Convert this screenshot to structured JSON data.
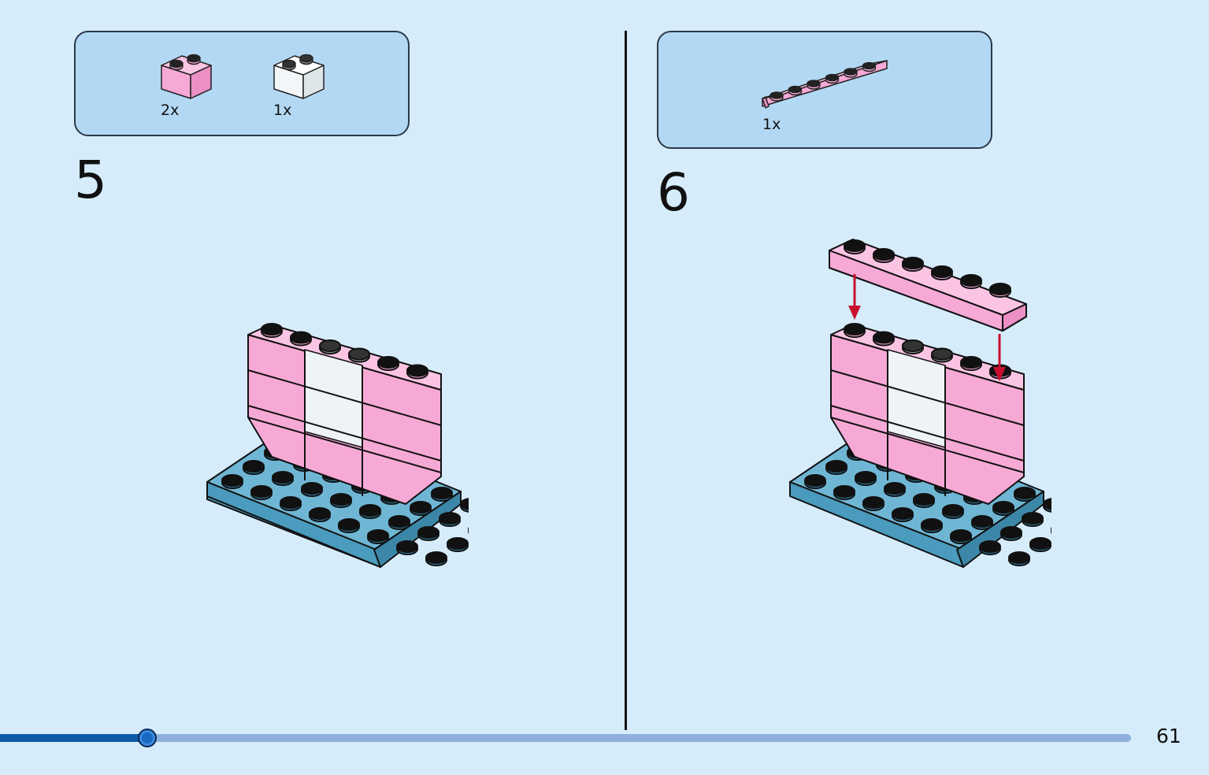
{
  "step_left": {
    "number": "5",
    "parts": [
      {
        "icon": "pink-brick-1x2-icon",
        "qty": "2x",
        "color": "#f7a9d6"
      },
      {
        "icon": "transparent-brick-1x2-icon",
        "qty": "1x",
        "color": "#eef3f6"
      }
    ]
  },
  "step_right": {
    "number": "6",
    "parts": [
      {
        "icon": "pink-plate-1x6-icon",
        "qty": "1x",
        "color": "#f7a9d6"
      }
    ]
  },
  "colors": {
    "background": "#d6ecfb",
    "parts_box": "#b3d8f4",
    "pink": "#f7a9d6",
    "base_plate": "#5fa9c9",
    "arrow": "#c8102e",
    "progress_fill": "#0d5aa6",
    "progress_track": "#8fb0df"
  },
  "progress": {
    "fraction": 0.13
  },
  "page_number": "61"
}
